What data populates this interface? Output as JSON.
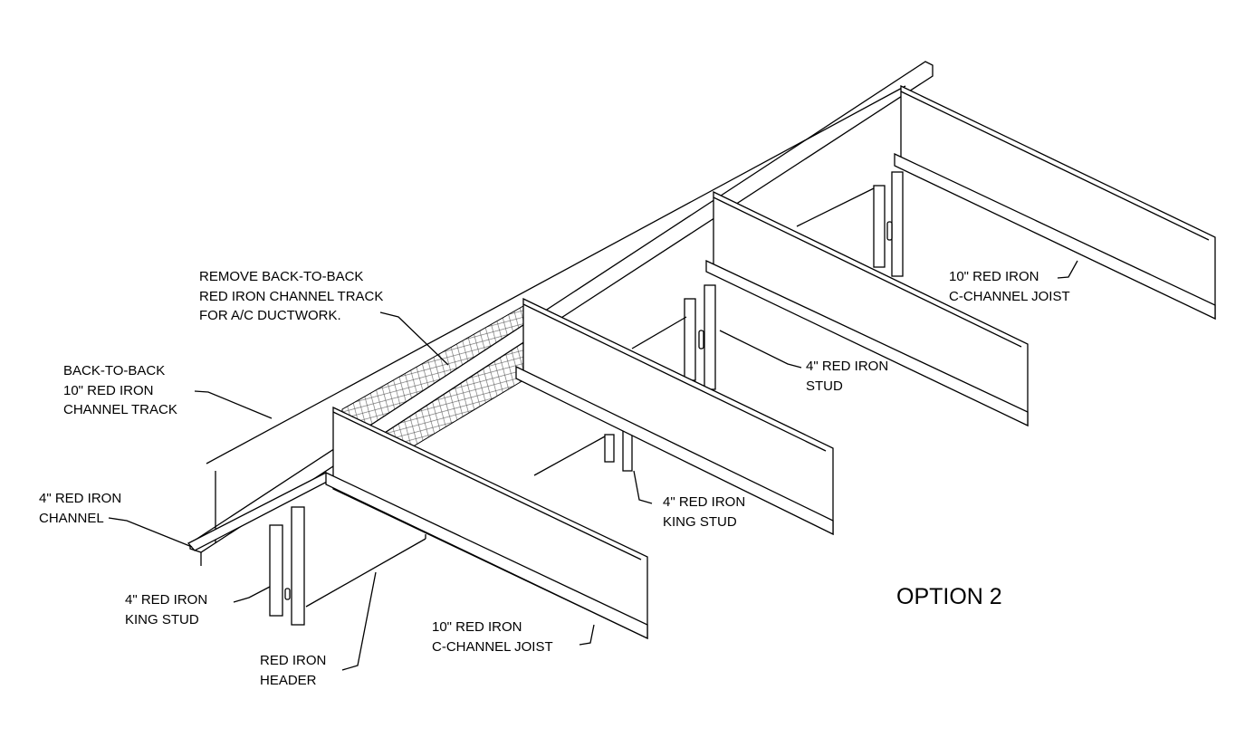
{
  "title": "OPTION 2",
  "labels": {
    "remove_track": [
      "REMOVE BACK-TO-BACK",
      "RED IRON CHANNEL TRACK",
      "FOR A/C DUCTWORK."
    ],
    "channel_track": [
      "BACK-TO-BACK",
      "10\" RED IRON",
      "CHANNEL TRACK"
    ],
    "channel": [
      "4\" RED IRON",
      "CHANNEL"
    ],
    "king_stud_left": [
      "4\" RED IRON",
      "KING STUD"
    ],
    "header": [
      "RED IRON",
      "HEADER"
    ],
    "joist_front": [
      "10\" RED IRON",
      "C-CHANNEL JOIST"
    ],
    "king_stud_mid": [
      "4\" RED IRON",
      "KING STUD"
    ],
    "stud": [
      "4\" RED IRON",
      "STUD"
    ],
    "joist_back": [
      "10\" RED IRON",
      "C-CHANNEL JOIST"
    ]
  }
}
